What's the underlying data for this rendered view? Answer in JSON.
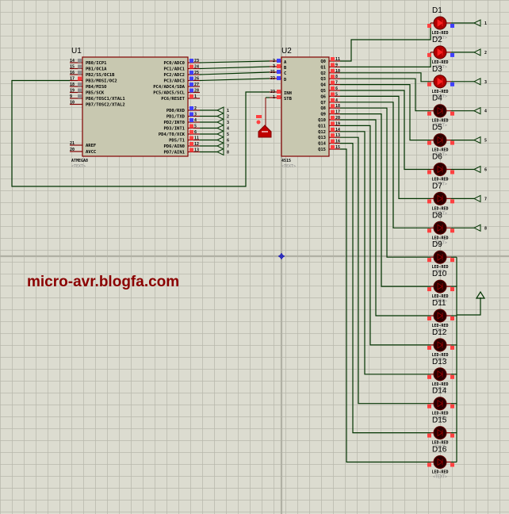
{
  "app": "Proteus ISIS schematic",
  "watermark": "micro-avr.blogfa.com",
  "colors": {
    "background": "#dcdcd0",
    "grid": "#b8b8ac",
    "wire": "#003300",
    "chip_body": "#c8c8b0",
    "chip_border": "#800000",
    "led_on": "#b00000",
    "led_off": "#2a0000",
    "pin_high": "#ff4040",
    "pin_low": "#4040ff",
    "pin_float": "#909090"
  },
  "u1": {
    "ref": "U1",
    "part": "ATMEGA8",
    "text": "<TEXT>",
    "left_pins": [
      {
        "num": "14",
        "name": "PB0/ICP1",
        "state": "float"
      },
      {
        "num": "15",
        "name": "PB1/OC1A",
        "state": "float"
      },
      {
        "num": "16",
        "name": "PB2/SS/OC1B",
        "state": "float"
      },
      {
        "num": "17",
        "name": "PB3/MOSI/OC2",
        "state": "high"
      },
      {
        "num": "18",
        "name": "PB4/MISO",
        "state": "float"
      },
      {
        "num": "19",
        "name": "PB5/SCK",
        "state": "float"
      },
      {
        "num": "9",
        "name": "PB6/TOSC1/XTAL1",
        "state": "float"
      },
      {
        "num": "10",
        "name": "PB7/TOSC2/XTAL2",
        "state": "none"
      }
    ],
    "power_pins": [
      {
        "num": "21",
        "name": "AREF"
      },
      {
        "num": "20",
        "name": "AVCC"
      }
    ],
    "right_pins_c": [
      {
        "num": "23",
        "name": "PC0/ADC0",
        "state": "low"
      },
      {
        "num": "24",
        "name": "PC1/ADC1",
        "state": "high"
      },
      {
        "num": "25",
        "name": "PC2/ADC2",
        "state": "low"
      },
      {
        "num": "26",
        "name": "PC3/ADC3",
        "state": "low"
      },
      {
        "num": "27",
        "name": "PC4/ADC4/SDA",
        "state": "low"
      },
      {
        "num": "28",
        "name": "PC5/ADC5/SCL",
        "state": "low"
      },
      {
        "num": "1",
        "name": "PC6/RESET",
        "state": "high"
      }
    ],
    "right_pins_d": [
      {
        "num": "2",
        "name": "PD0/RXD",
        "state": "low",
        "terminal": "1"
      },
      {
        "num": "3",
        "name": "PD1/TXD",
        "state": "low",
        "terminal": "2"
      },
      {
        "num": "4",
        "name": "PD2/INT0",
        "state": "low",
        "terminal": "3"
      },
      {
        "num": "5",
        "name": "PD3/INT1",
        "state": "high",
        "terminal": "4"
      },
      {
        "num": "6",
        "name": "PD4/T0/XCK",
        "state": "high",
        "terminal": "5"
      },
      {
        "num": "11",
        "name": "PD5/T1",
        "state": "high",
        "terminal": "6"
      },
      {
        "num": "12",
        "name": "PD6/AIN0",
        "state": "high",
        "terminal": "7"
      },
      {
        "num": "13",
        "name": "PD7/AIN1",
        "state": "high",
        "terminal": "8"
      }
    ]
  },
  "u2": {
    "ref": "U2",
    "part": "4515",
    "text": "<TEXT>",
    "left_pins": [
      {
        "num": "2",
        "name": "A",
        "state": "low"
      },
      {
        "num": "3",
        "name": "B",
        "state": "high"
      },
      {
        "num": "21",
        "name": "C",
        "state": "low"
      },
      {
        "num": "22",
        "name": "D",
        "state": "low"
      },
      {
        "num": "23",
        "name": "INH",
        "state": "high"
      },
      {
        "num": "1",
        "name": "STB",
        "state": "high"
      }
    ],
    "outputs": [
      {
        "num": "11",
        "name": "Q0"
      },
      {
        "num": "9",
        "name": "Q1"
      },
      {
        "num": "10",
        "name": "Q2"
      },
      {
        "num": "8",
        "name": "Q3"
      },
      {
        "num": "7",
        "name": "Q4"
      },
      {
        "num": "6",
        "name": "Q5"
      },
      {
        "num": "5",
        "name": "Q6"
      },
      {
        "num": "4",
        "name": "Q7"
      },
      {
        "num": "18",
        "name": "Q8"
      },
      {
        "num": "17",
        "name": "Q9"
      },
      {
        "num": "20",
        "name": "Q10"
      },
      {
        "num": "19",
        "name": "Q11"
      },
      {
        "num": "14",
        "name": "Q12"
      },
      {
        "num": "13",
        "name": "Q13"
      },
      {
        "num": "16",
        "name": "Q14"
      },
      {
        "num": "15",
        "name": "Q15"
      }
    ]
  },
  "leds": [
    {
      "ref": "D1",
      "part": "LED-RED",
      "on": true,
      "terminal": "1"
    },
    {
      "ref": "D2",
      "part": "LED-RED",
      "on": true,
      "terminal": "2"
    },
    {
      "ref": "D3",
      "part": "LED-RED",
      "on": true,
      "terminal": "3"
    },
    {
      "ref": "D4",
      "part": "LED-RED",
      "on": false,
      "terminal": "4"
    },
    {
      "ref": "D5",
      "part": "LED-RED",
      "on": false,
      "terminal": "5"
    },
    {
      "ref": "D6",
      "part": "LED-RED",
      "on": false,
      "terminal": "6"
    },
    {
      "ref": "D7",
      "part": "LED-RED",
      "on": false,
      "terminal": "7"
    },
    {
      "ref": "D8",
      "part": "LED-RED",
      "on": false,
      "terminal": "8"
    },
    {
      "ref": "D9",
      "part": "LED-RED",
      "on": false,
      "terminal": null
    },
    {
      "ref": "D10",
      "part": "LED-RED",
      "on": false,
      "terminal": null
    },
    {
      "ref": "D11",
      "part": "LED-RED",
      "on": false,
      "terminal": null
    },
    {
      "ref": "D12",
      "part": "LED-RED",
      "on": false,
      "terminal": null
    },
    {
      "ref": "D13",
      "part": "LED-RED",
      "on": false,
      "terminal": null
    },
    {
      "ref": "D14",
      "part": "LED-RED",
      "on": false,
      "terminal": null
    },
    {
      "ref": "D15",
      "part": "LED-RED",
      "on": false,
      "terminal": null
    },
    {
      "ref": "D16",
      "part": "LED-RED",
      "on": false,
      "terminal": null
    }
  ],
  "led_text": "<TEXT>",
  "switch": {
    "name": "push-button",
    "state": "open"
  }
}
